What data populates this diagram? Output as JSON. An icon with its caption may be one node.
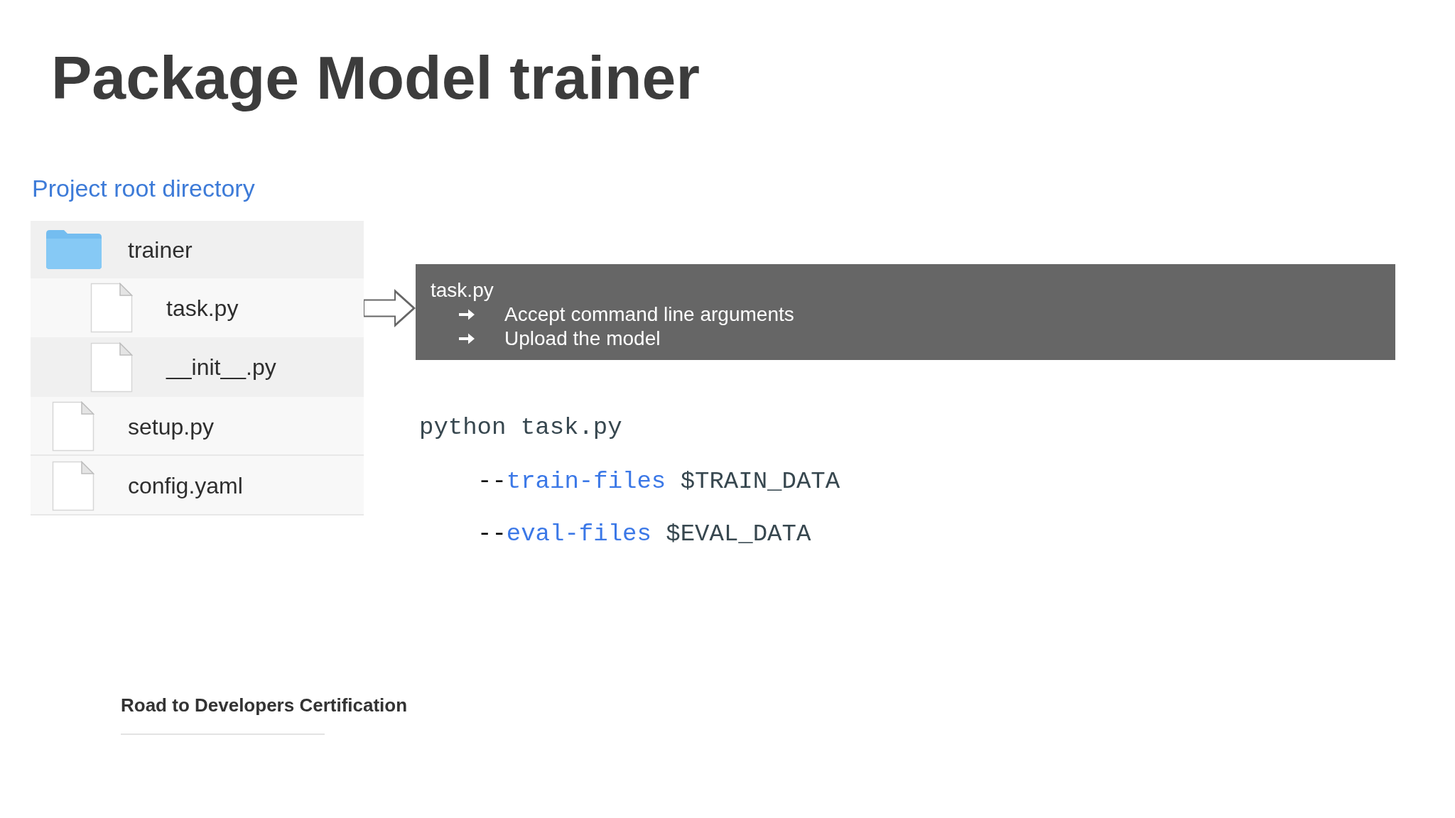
{
  "diagram": {
    "title": "Package Model trainer",
    "nodes": [
      {
        "text": [
          "trainer"
        ]
      },
      {
        "text": [
          "task.py"
        ]
      },
      {
        "text": [
          "__init__.py"
        ]
      },
      {
        "text": [
          "setup.py"
        ]
      },
      {
        "text": [
          "config.yaml"
        ]
      },
      {
        "text": [
          "task.py",
          "Accept command line arguments",
          "Upload the model"
        ]
      }
    ],
    "edges": [
      {
        "from": 1,
        "to": 5,
        "arrow": "to"
      }
    ],
    "labels": [
      "Project root directory",
      "python task.py",
      "--train-files $TRAIN_DATA",
      "--eval-files $EVAL_DATA",
      "Road to Developers Certification"
    ]
  }
}
